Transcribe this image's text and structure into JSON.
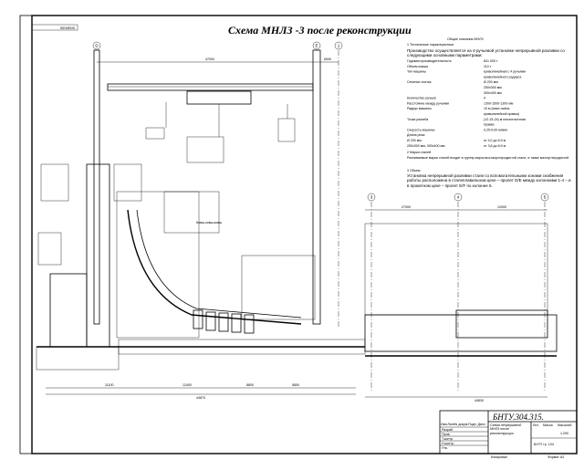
{
  "drawing": {
    "title": "Схема  МНЛЗ -3  после реконструкции",
    "corner_stamp": "SIEMENS",
    "axes": [
      "D",
      "E",
      "1",
      "3",
      "4",
      "5"
    ],
    "dimensions": {
      "top_span": "47000",
      "top_small": "6000",
      "right_span": "27000",
      "right_small": "12000",
      "bottom_1": "11100",
      "bottom_2": "12400",
      "bottom_3": "8800",
      "bottom_4": "5800",
      "bottom_total": "44870",
      "right_bottom": "44830"
    },
    "callout": "Ковш-ковш-ковш"
  },
  "spec": {
    "heading": "Общие описания МНЛЗ",
    "section1": "1 Технические характеристики",
    "intro": "Производство осуществляется на 4-ручьевой установке непрерывной разливки со следующими основными параметрами:",
    "rows": [
      {
        "label": "Годовая производительность",
        "value": "841 000 т"
      },
      {
        "label": "Объем ковша",
        "value": "110 т"
      },
      {
        "label": "Тип машины",
        "value": "криволинейная с 4 ручьями"
      },
      {
        "label": "",
        "value": "криволинейного радиуса"
      },
      {
        "label": "Сечение слитка",
        "value": "Ø 200 мм"
      },
      {
        "label": "",
        "value": "250х300 мм"
      },
      {
        "label": "",
        "value": "300х400 мм"
      },
      {
        "label": "Количество ручьев",
        "value": "4"
      },
      {
        "label": "Расстояние между ручьями",
        "value": "1300-1500-1300 мм"
      },
      {
        "label": "Радиус машины",
        "value": "10 м (base-radius"
      },
      {
        "label": "",
        "value": "криволинейной правки)"
      },
      {
        "label": "Точка разгиба",
        "value": "(12-15-24) м  многоточечная"
      },
      {
        "label": "",
        "value": "правка"
      },
      {
        "label": "Скорость машины",
        "value": "0,25-5,00 м/мин"
      },
      {
        "label": "Длина реза:",
        "value": ""
      },
      {
        "label": "Ø 200 мм",
        "value": "от 4,0 до 8,9 м"
      },
      {
        "label": "250х300 мм; 300х400 мм",
        "value": "от 3,8 до 8,9 м"
      }
    ],
    "section2": "2 Марки сталей",
    "section2_text": "Разливаемые марки сталей входят в группу марок высокоуглеродистой стали, а также малоуглеродистой.",
    "section3": "3 Объем",
    "section3_text": "Установка непрерывной разливки стали со вспомогательными зонами снабжения работы расположена в сталеплавильном цехе – пролет D/E между колоннами 1-4 – и в прокатном цехе – пролет E/F по колонне 5."
  },
  "title_block": {
    "code": "БНТУ.304.315.",
    "name": "Схема непрерывной МНЛЗ после реконструкции",
    "scale": "1:200",
    "sheet_labels": [
      "Лит.",
      "Масса",
      "Масштаб"
    ],
    "left_cols": [
      "Изм.",
      "Лист",
      "№ докум.",
      "Подп.",
      "Дата"
    ],
    "roles": [
      "Разраб.",
      "Пров.",
      "Т.контр.",
      "Н.контр.",
      "Утв."
    ],
    "org": "БНТУ гр. 104",
    "copied": "Копировал",
    "format": "Формат A3"
  }
}
